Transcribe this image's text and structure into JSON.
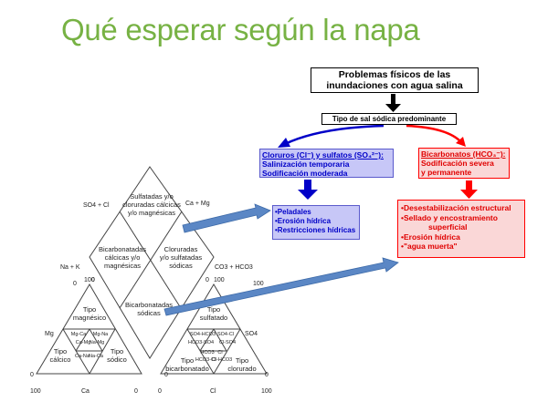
{
  "slide": {
    "title": "Qué esperar según la napa"
  },
  "flowchart": {
    "main_box": {
      "line1": "Problemas físicos de las",
      "line2": "inundaciones con agua salina"
    },
    "type_box": "Tipo de sal sódica predominante",
    "chlorides": {
      "heading": "Cloruros (Cl⁻) y sulfatos (SO₄²⁻):",
      "line2": "Salinización temporaria",
      "line3": "Sodificación moderada",
      "effects": [
        "•Peladales",
        "•Erosión hídrica",
        "•Restricciones hídricas"
      ]
    },
    "bicarbonates": {
      "heading": "Bicarbonatos (HCO₃⁻):",
      "line2": "Sodificación severa",
      "line3": "y permanente",
      "effects": [
        "•Desestabilización estructural",
        "•Sellado y encostramiento",
        "superficial",
        "•Erosión hídrica",
        "•\"agua muerta\""
      ]
    },
    "colors": {
      "blue": "#0000c8",
      "red": "#e00000",
      "blue_fill": "#c7c7f7",
      "red_fill": "#fad7d7",
      "title_green": "#77b244"
    }
  },
  "piper": {
    "diamond_labels": {
      "top": [
        "Sulfatadas y/o",
        "cloruradas cálcicas",
        "y/o magnésicas"
      ],
      "left": [
        "Bicarbonatadas",
        "cálcicas y/o",
        "magnésicas"
      ],
      "right": [
        "Cloruradas",
        "y/o sulfatadas",
        "sódicas"
      ],
      "bottom": [
        "Bicarbonatadas",
        "sódicas"
      ]
    },
    "axis_labels": {
      "so4_cl": "SO4 + Cl",
      "ca_mg": "Ca + Mg",
      "na_k": "Na + K",
      "co3_hco3": "CO3 + HCO3",
      "mg": "Mg",
      "so4": "SO4",
      "ca": "Ca",
      "cl": "Cl"
    },
    "ticks": {
      "left_100": "100",
      "left_0": "0",
      "right_0": "0",
      "right_100": "100",
      "lt_0_a": "0",
      "lt_0_b": "0",
      "lt_100": "100",
      "lt_0_c": "0",
      "rt_0_a": "0",
      "rt_100_a": "100",
      "rt_0_b": "0",
      "rt_0_c": "0",
      "rt_100_b": "100"
    },
    "left_triangle": {
      "tipo_magnesico": [
        "Tipo",
        "magnésico"
      ],
      "tipo_calcico": [
        "Tipo",
        "cálcico"
      ],
      "tipo_sodico": [
        "Tipo",
        "sódico"
      ],
      "small": [
        "Mg-Ca",
        "Mg-Na",
        "Ca-Mg",
        "Na-Mg",
        "Ca-Na",
        "Na-Ca"
      ]
    },
    "right_triangle": {
      "tipo_sulfatado": [
        "Tipo",
        "sulfatado"
      ],
      "tipo_bicarbonatado": [
        "Tipo",
        "bicarbonatado"
      ],
      "tipo_clorurado": [
        "Tipo",
        "clorurado"
      ],
      "small": [
        "SO4-HCO3",
        "SO4-Cl",
        "HCO3-SO4",
        "Cl-SO4",
        "HCO3",
        "Cl",
        "HCO3-Cl",
        "Cl-HCO3"
      ]
    }
  }
}
